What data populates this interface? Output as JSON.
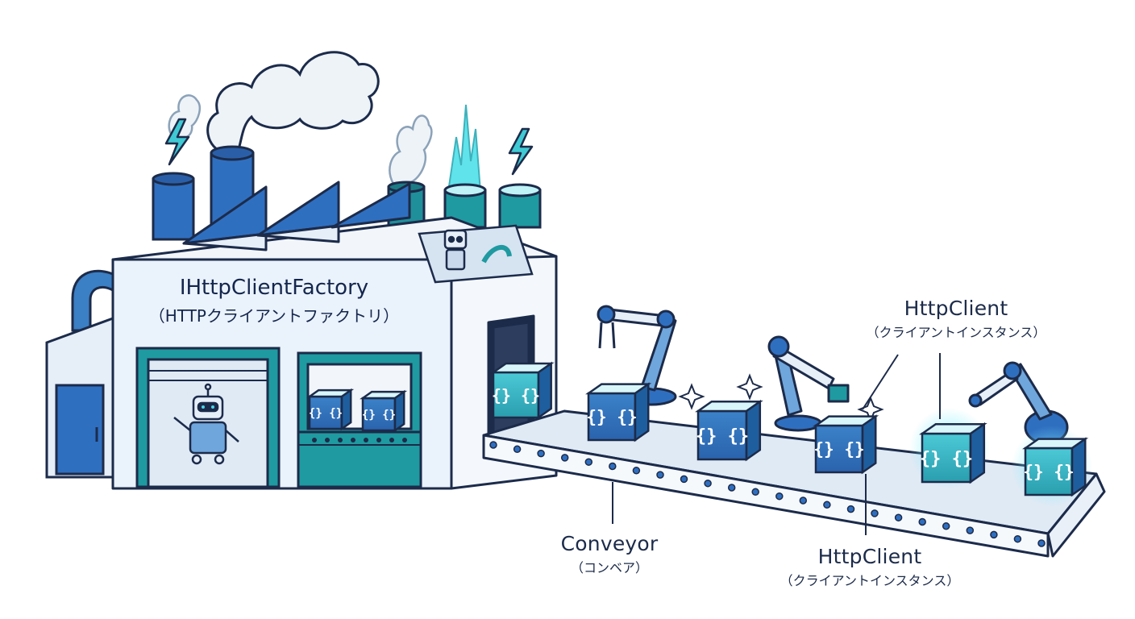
{
  "factory": {
    "name": "IHttpClientFactory",
    "name_jp": "（HTTPクライアントファクトリ）"
  },
  "conveyor": {
    "name": "Conveyor",
    "name_jp": "（コンベア）"
  },
  "client_upper": {
    "name": "HttpClient",
    "name_jp": "（クライアントインスタンス）"
  },
  "client_lower": {
    "name": "HttpClient",
    "name_jp": "（クライアントインスタンス）"
  },
  "cube_glyph": "{}",
  "colors": {
    "outline": "#1c2b4a",
    "blue": "#2f6fc0",
    "teal": "#1f9aa0",
    "cyan": "#49d6e6",
    "wall": "#eaf2fb",
    "belt": "#dfeaf5"
  }
}
